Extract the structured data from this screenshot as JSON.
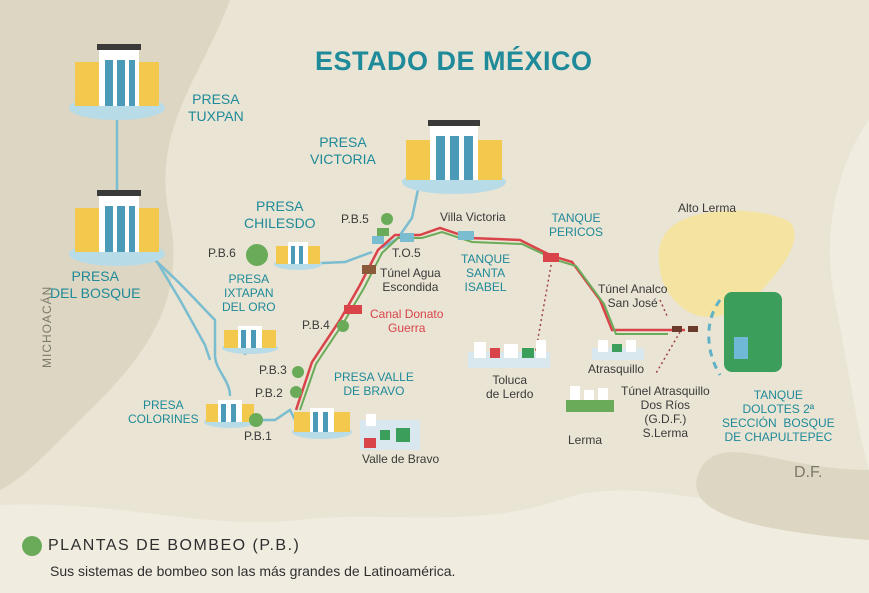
{
  "title": "ESTADO DE MÉXICO",
  "region_labels": {
    "michoacan": "MICHOACÁN",
    "df": "D.F."
  },
  "colors": {
    "teal": "#1f8a99",
    "pump_green": "#6aab5a",
    "canal_red": "#d9444a",
    "pipe_blue": "#5fb1c5",
    "land_dark": "#d9cfb5",
    "land_light": "#ece7d8",
    "alto_lerma": "#f5e3a2",
    "park_green": "#3b9e5a"
  },
  "dams": {
    "tuxpan": "PRESA\nTUXPAN",
    "del_bosque": "PRESA\nDEL BOSQUE",
    "victoria": "PRESA\nVICTORIA",
    "chilesdo": "PRESA\nCHILESDO",
    "ixtapan": "PRESA\nIXTAPAN\nDEL ORO",
    "colorines": "PRESA\nCOLORINES",
    "valle_bravo": "PRESA VALLE\nDE BRAVO"
  },
  "pumps": {
    "pb1": "P.B.1",
    "pb2": "P.B.2",
    "pb3": "P.B.3",
    "pb4": "P.B.4",
    "pb5": "P.B.5",
    "pb6": "P.B.6"
  },
  "structures": {
    "to5": "T.O.5",
    "tunel_agua": "Túnel Agua\nEscondida",
    "canal_donato": "Canal Donato\nGuerra",
    "villa_victoria": "Villa Victoria",
    "tanque_santa_isabel": "TANQUE\nSANTA\nISABEL",
    "tanque_pericos": "TANQUE\nPERICOS",
    "alto_lerma": "Alto Lerma",
    "tunel_analco": "Túnel Analco\nSan José",
    "tunel_atrasquillo": "Túnel Atrasquillo\nDos Ríos\n(G.D.F.)\nS.Lerma",
    "tanque_dolotes": "TANQUE\nDOLOTES 2ª\nSECCIÓN  BOSQUE\nDE CHAPULTEPEC"
  },
  "towns": {
    "toluca": "Toluca\nde Lerdo",
    "atrasquillo": "Atrasquillo",
    "lerma": "Lerma",
    "valle_bravo": "Valle de Bravo"
  },
  "legend": {
    "title": "PLANTAS DE BOMBEO (P.B.)",
    "description": "Sus sistemas de bombeo son las más grandes de Latinoamérica."
  }
}
